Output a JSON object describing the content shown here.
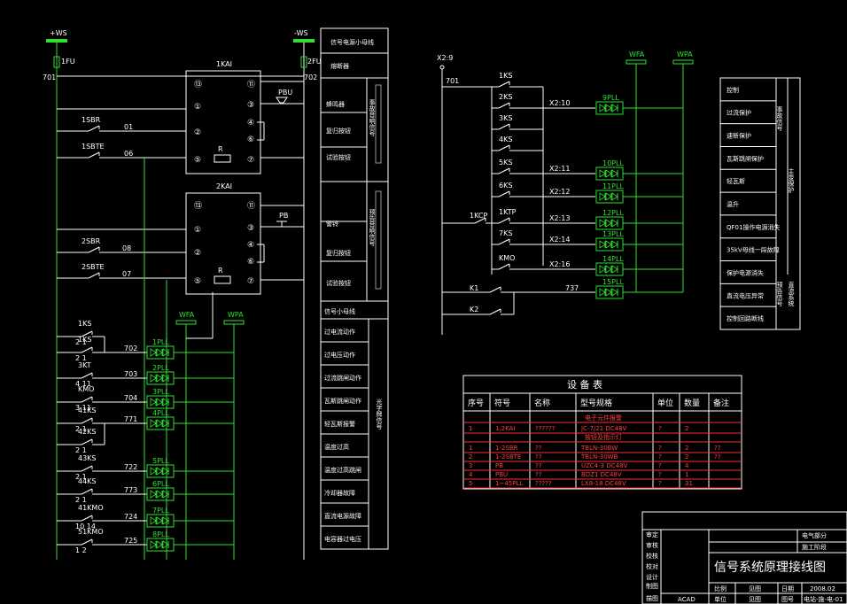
{
  "supply": {
    "pos": "+WS",
    "neg": "-WS",
    "fuse1": "1FU",
    "fuse2": "2FU",
    "wire701": "701",
    "wire702": "702"
  },
  "relay1": {
    "name": "1KAI",
    "button1": "1SBR",
    "button2": "1SBTE",
    "w1": "01",
    "w2": "06",
    "r": "R",
    "bell": "PBU",
    "pins": [
      "⑬",
      "①",
      "②",
      "⑤",
      "⑪",
      "③",
      "④",
      "⑥",
      "⑦"
    ]
  },
  "relay2": {
    "name": "2KAI",
    "button1": "2SBR",
    "button2": "2SBTE",
    "w1": "08",
    "w2": "07",
    "r": "R",
    "bell": "PB",
    "pins": [
      "⑬",
      "①",
      "②",
      "⑤",
      "⑪",
      "③",
      "④",
      "⑥",
      "⑦"
    ]
  },
  "left_bus": [
    "WFA",
    "WPA"
  ],
  "left_contacts": [
    {
      "label": "1KS",
      "pins": "2  1",
      "lamp": "",
      "wire": ""
    },
    {
      "label": "1KS",
      "pins": "2  1",
      "lamp": "1PLL",
      "wire": "702"
    },
    {
      "label": "3KT",
      "pins": "4  11",
      "lamp": "2PLL",
      "wire": "703"
    },
    {
      "label": "KMO",
      "pins": "3  11",
      "lamp": "3PLL",
      "wire": "704"
    },
    {
      "label": "41KS",
      "pins": "2  1",
      "lamp": "4PLL",
      "wire": "771"
    },
    {
      "label": "42KS",
      "pins": "2  1",
      "lamp": "",
      "wire": ""
    },
    {
      "label": "43KS",
      "pins": "2  1",
      "lamp": "5PLL",
      "wire": "722"
    },
    {
      "label": "44KS",
      "pins": "2  1",
      "lamp": "6PLL",
      "wire": "773"
    },
    {
      "label": "41KMO",
      "pins": "10  14",
      "lamp": "7PLL",
      "wire": "724"
    },
    {
      "label": "51KMO",
      "pins": "1  2",
      "lamp": "8PLL",
      "wire": "725"
    }
  ],
  "mid_strip": {
    "top": [
      "信号电源小母线",
      "熔断器"
    ],
    "group1": {
      "rows": [
        "蜂鸣器",
        "复归按钮",
        "试验按钮"
      ],
      "side": "事故音响信号"
    },
    "group2": {
      "rows": [
        "警铃",
        "复归按钮",
        "试验按钮"
      ],
      "side": "预告音响信号"
    },
    "header": "信号小母线",
    "group3": {
      "rows": [
        "过电流动作",
        "过电压动作",
        "过流跳闸动作",
        "瓦斯跳闸动作",
        "轻瓦斯报警",
        "温度过高",
        "温度过高跳闸",
        "冷却器故障",
        "直流电源故障",
        "电容器过电压"
      ],
      "side": "光字牌信号"
    }
  },
  "right_ckt": {
    "x_label": "X2:9",
    "wire701": "701",
    "bus": [
      "WFA",
      "WPA"
    ],
    "contacts": [
      "1KS",
      "2KS",
      "3KS",
      "4KS",
      "5KS",
      "6KS",
      "1KTP",
      "7KS",
      "KMO",
      "K1",
      "K2"
    ],
    "kcp": "1KCP",
    "terminals": [
      "X2:10",
      "X2:11",
      "X2:12",
      "X2:13",
      "X2:14",
      "X2:16"
    ],
    "lamps": [
      "9PLL",
      "10PLL",
      "11PLL",
      "12PLL",
      "13PLL",
      "14PLL",
      "15PLL"
    ],
    "wire_end": "737"
  },
  "right_strip": {
    "rows": [
      "控制",
      "过流保护",
      "速断保护",
      "瓦斯跳闸保护",
      "轻瓦斯",
      "温升",
      "QF01操作电源消失",
      "35kV母线一段故障",
      "保护电源消失",
      "直流电压异常",
      "控制回路断线"
    ],
    "side1": "事故信号",
    "side2": "主变保护",
    "side3": "预告信号",
    "side4": "直流系统"
  },
  "equipment_table": {
    "title": "设  备  表",
    "headers": [
      "序号",
      "符号",
      "名称",
      "型号规格",
      "单位",
      "数量",
      "备注"
    ],
    "section1": "电子元件报警",
    "section2": "按钮及指示灯",
    "rows": [
      [
        "1",
        "1,2KAI",
        "??????",
        "JC-7/21  DC48V",
        "?",
        "2",
        ""
      ],
      [
        "1",
        "1-2SBR",
        "??",
        "TBLN-30BW",
        "?",
        "2",
        "??"
      ],
      [
        "2",
        "1-2SBTE",
        "??",
        "TBLN-30WB",
        "?",
        "2",
        "??"
      ],
      [
        "3",
        "PB",
        "??",
        "UZC4-3  DC48V",
        "?",
        "4",
        ""
      ],
      [
        "4",
        "PBU",
        "??",
        "BDZ1  DC48V",
        "?",
        "1",
        ""
      ],
      [
        "5",
        "1~45PLL",
        "?????",
        "LX8-18  DC48V",
        "?",
        "31",
        ""
      ]
    ]
  },
  "title_block": {
    "left_labels": [
      "审定",
      "审核",
      "校核",
      "校对",
      "设计",
      "制图",
      "描图"
    ],
    "right_top": [
      "电气部分",
      "施工阶段"
    ],
    "title": "信号系统原理接线图",
    "row1": [
      "比例",
      "见图",
      "日期",
      "2008.02"
    ],
    "row2": [
      "ACAD",
      "单位",
      "见图",
      "图号",
      "电站-施-电-01"
    ]
  }
}
